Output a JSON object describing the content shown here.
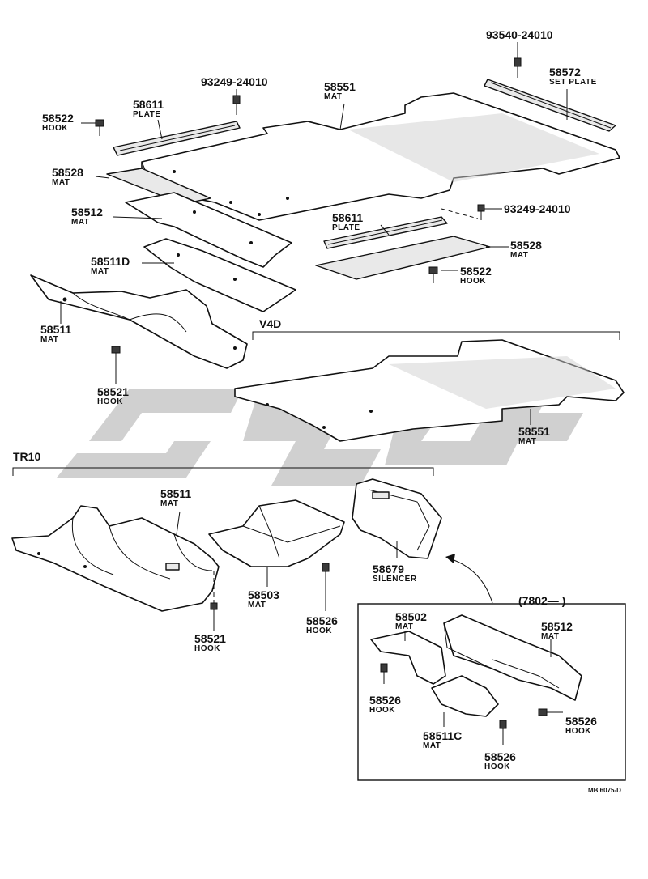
{
  "labels": {
    "p93540": {
      "num": "93540-24010",
      "name": ""
    },
    "p58572": {
      "num": "58572",
      "name": "SET PLATE"
    },
    "p93249a": {
      "num": "93249-24010",
      "name": ""
    },
    "p58551a": {
      "num": "58551",
      "name": "MAT"
    },
    "p58611a": {
      "num": "58611",
      "name": "PLATE"
    },
    "p58522a": {
      "num": "58522",
      "name": "HOOK"
    },
    "p58528a": {
      "num": "58528",
      "name": "MAT"
    },
    "p58512a": {
      "num": "58512",
      "name": "MAT"
    },
    "p93249b": {
      "num": "93249-24010",
      "name": ""
    },
    "p58611b": {
      "num": "58611",
      "name": "PLATE"
    },
    "p58528b": {
      "num": "58528",
      "name": "MAT"
    },
    "p58511D": {
      "num": "58511D",
      "name": "MAT"
    },
    "p58522b": {
      "num": "58522",
      "name": "HOOK"
    },
    "p58511a": {
      "num": "58511",
      "name": "MAT"
    },
    "p58521a": {
      "num": "58521",
      "name": "HOOK"
    },
    "p58551b": {
      "num": "58551",
      "name": "MAT"
    },
    "p58511b": {
      "num": "58511",
      "name": "MAT"
    },
    "p58503": {
      "num": "58503",
      "name": "MAT"
    },
    "p58679": {
      "num": "58679",
      "name": "SILENCER"
    },
    "p58521b": {
      "num": "58521",
      "name": "HOOK"
    },
    "p58526a": {
      "num": "58526",
      "name": "HOOK"
    },
    "p58502": {
      "num": "58502",
      "name": "MAT"
    },
    "p58512b": {
      "num": "58512",
      "name": "MAT"
    },
    "p58526b": {
      "num": "58526",
      "name": "HOOK"
    },
    "p58526c": {
      "num": "58526",
      "name": "HOOK"
    },
    "p58511C": {
      "num": "58511C",
      "name": "MAT"
    },
    "p58526d": {
      "num": "58526",
      "name": "HOOK"
    }
  },
  "sections": {
    "v4d": "V4D",
    "tr10": "TR10",
    "inset": "(7802—        )"
  },
  "drawing_code": "MB 6075-D",
  "watermark_color": "#c8c8c8"
}
